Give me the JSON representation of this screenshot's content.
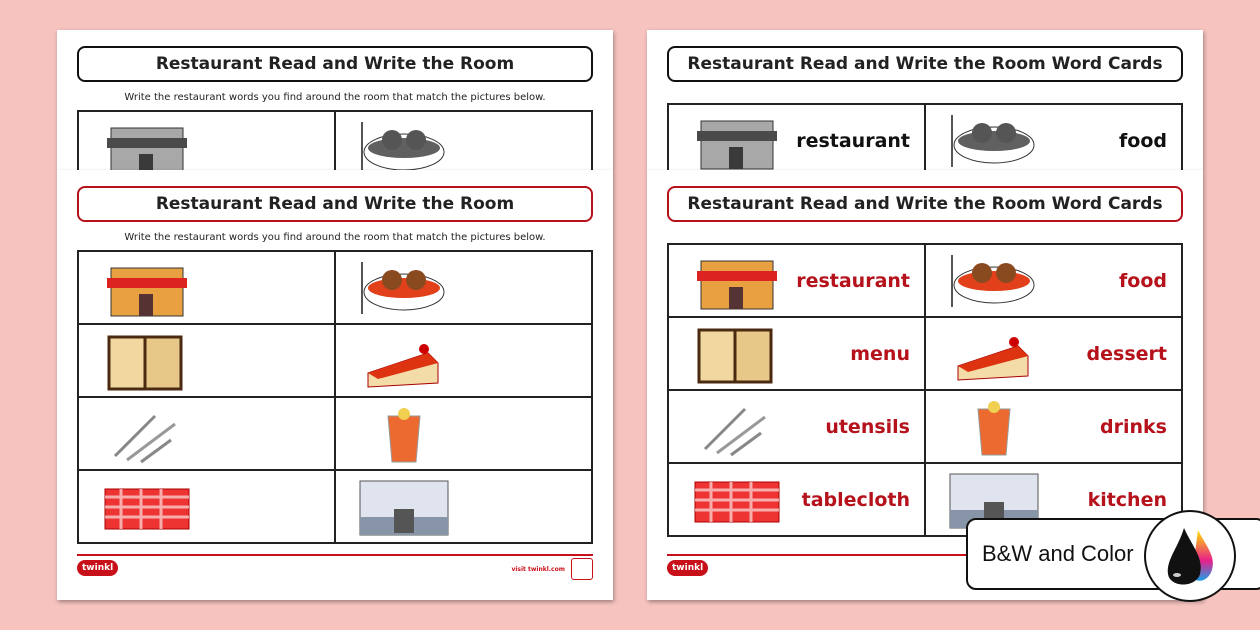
{
  "worksheet": {
    "title": "Restaurant Read and Write the Room",
    "instruction": "Write the restaurant words you find around the room that match the pictures below.",
    "items": [
      {
        "picture": "restaurant-building"
      },
      {
        "picture": "food"
      },
      {
        "picture": "menu"
      },
      {
        "picture": "dessert"
      },
      {
        "picture": "utensils"
      },
      {
        "picture": "drinks"
      },
      {
        "picture": "tablecloth"
      },
      {
        "picture": "kitchen"
      }
    ]
  },
  "word_cards": {
    "title": "Restaurant Read and Write the Room Word Cards",
    "items": [
      {
        "picture": "restaurant-building",
        "word": "restaurant"
      },
      {
        "picture": "food",
        "word": "food"
      },
      {
        "picture": "menu",
        "word": "menu"
      },
      {
        "picture": "dessert",
        "word": "dessert"
      },
      {
        "picture": "utensils",
        "word": "utensils"
      },
      {
        "picture": "drinks",
        "word": "drinks"
      },
      {
        "picture": "tablecloth",
        "word": "tablecloth"
      },
      {
        "picture": "kitchen",
        "word": "kitchen"
      }
    ]
  },
  "footer": {
    "logo": "twinkl",
    "visit": "visit twinkl.com"
  },
  "badge": {
    "label": "B&W and Color",
    "icon": "ink-drops-icon"
  },
  "colors": {
    "accent": "#c8101a",
    "background": "#f6c3bf"
  }
}
